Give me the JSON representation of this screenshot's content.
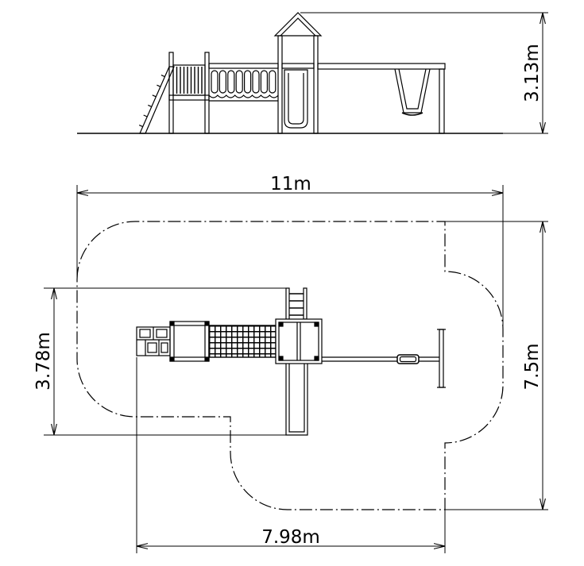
{
  "colors": {
    "line": "#000000",
    "background": "#ffffff"
  },
  "elevation": {
    "height_label": "3.13m"
  },
  "plan": {
    "overall_length_label": "11m",
    "overall_width_label": "7.5m",
    "structure_width_label": "3.78m",
    "zone_length_label": "7.98m"
  }
}
